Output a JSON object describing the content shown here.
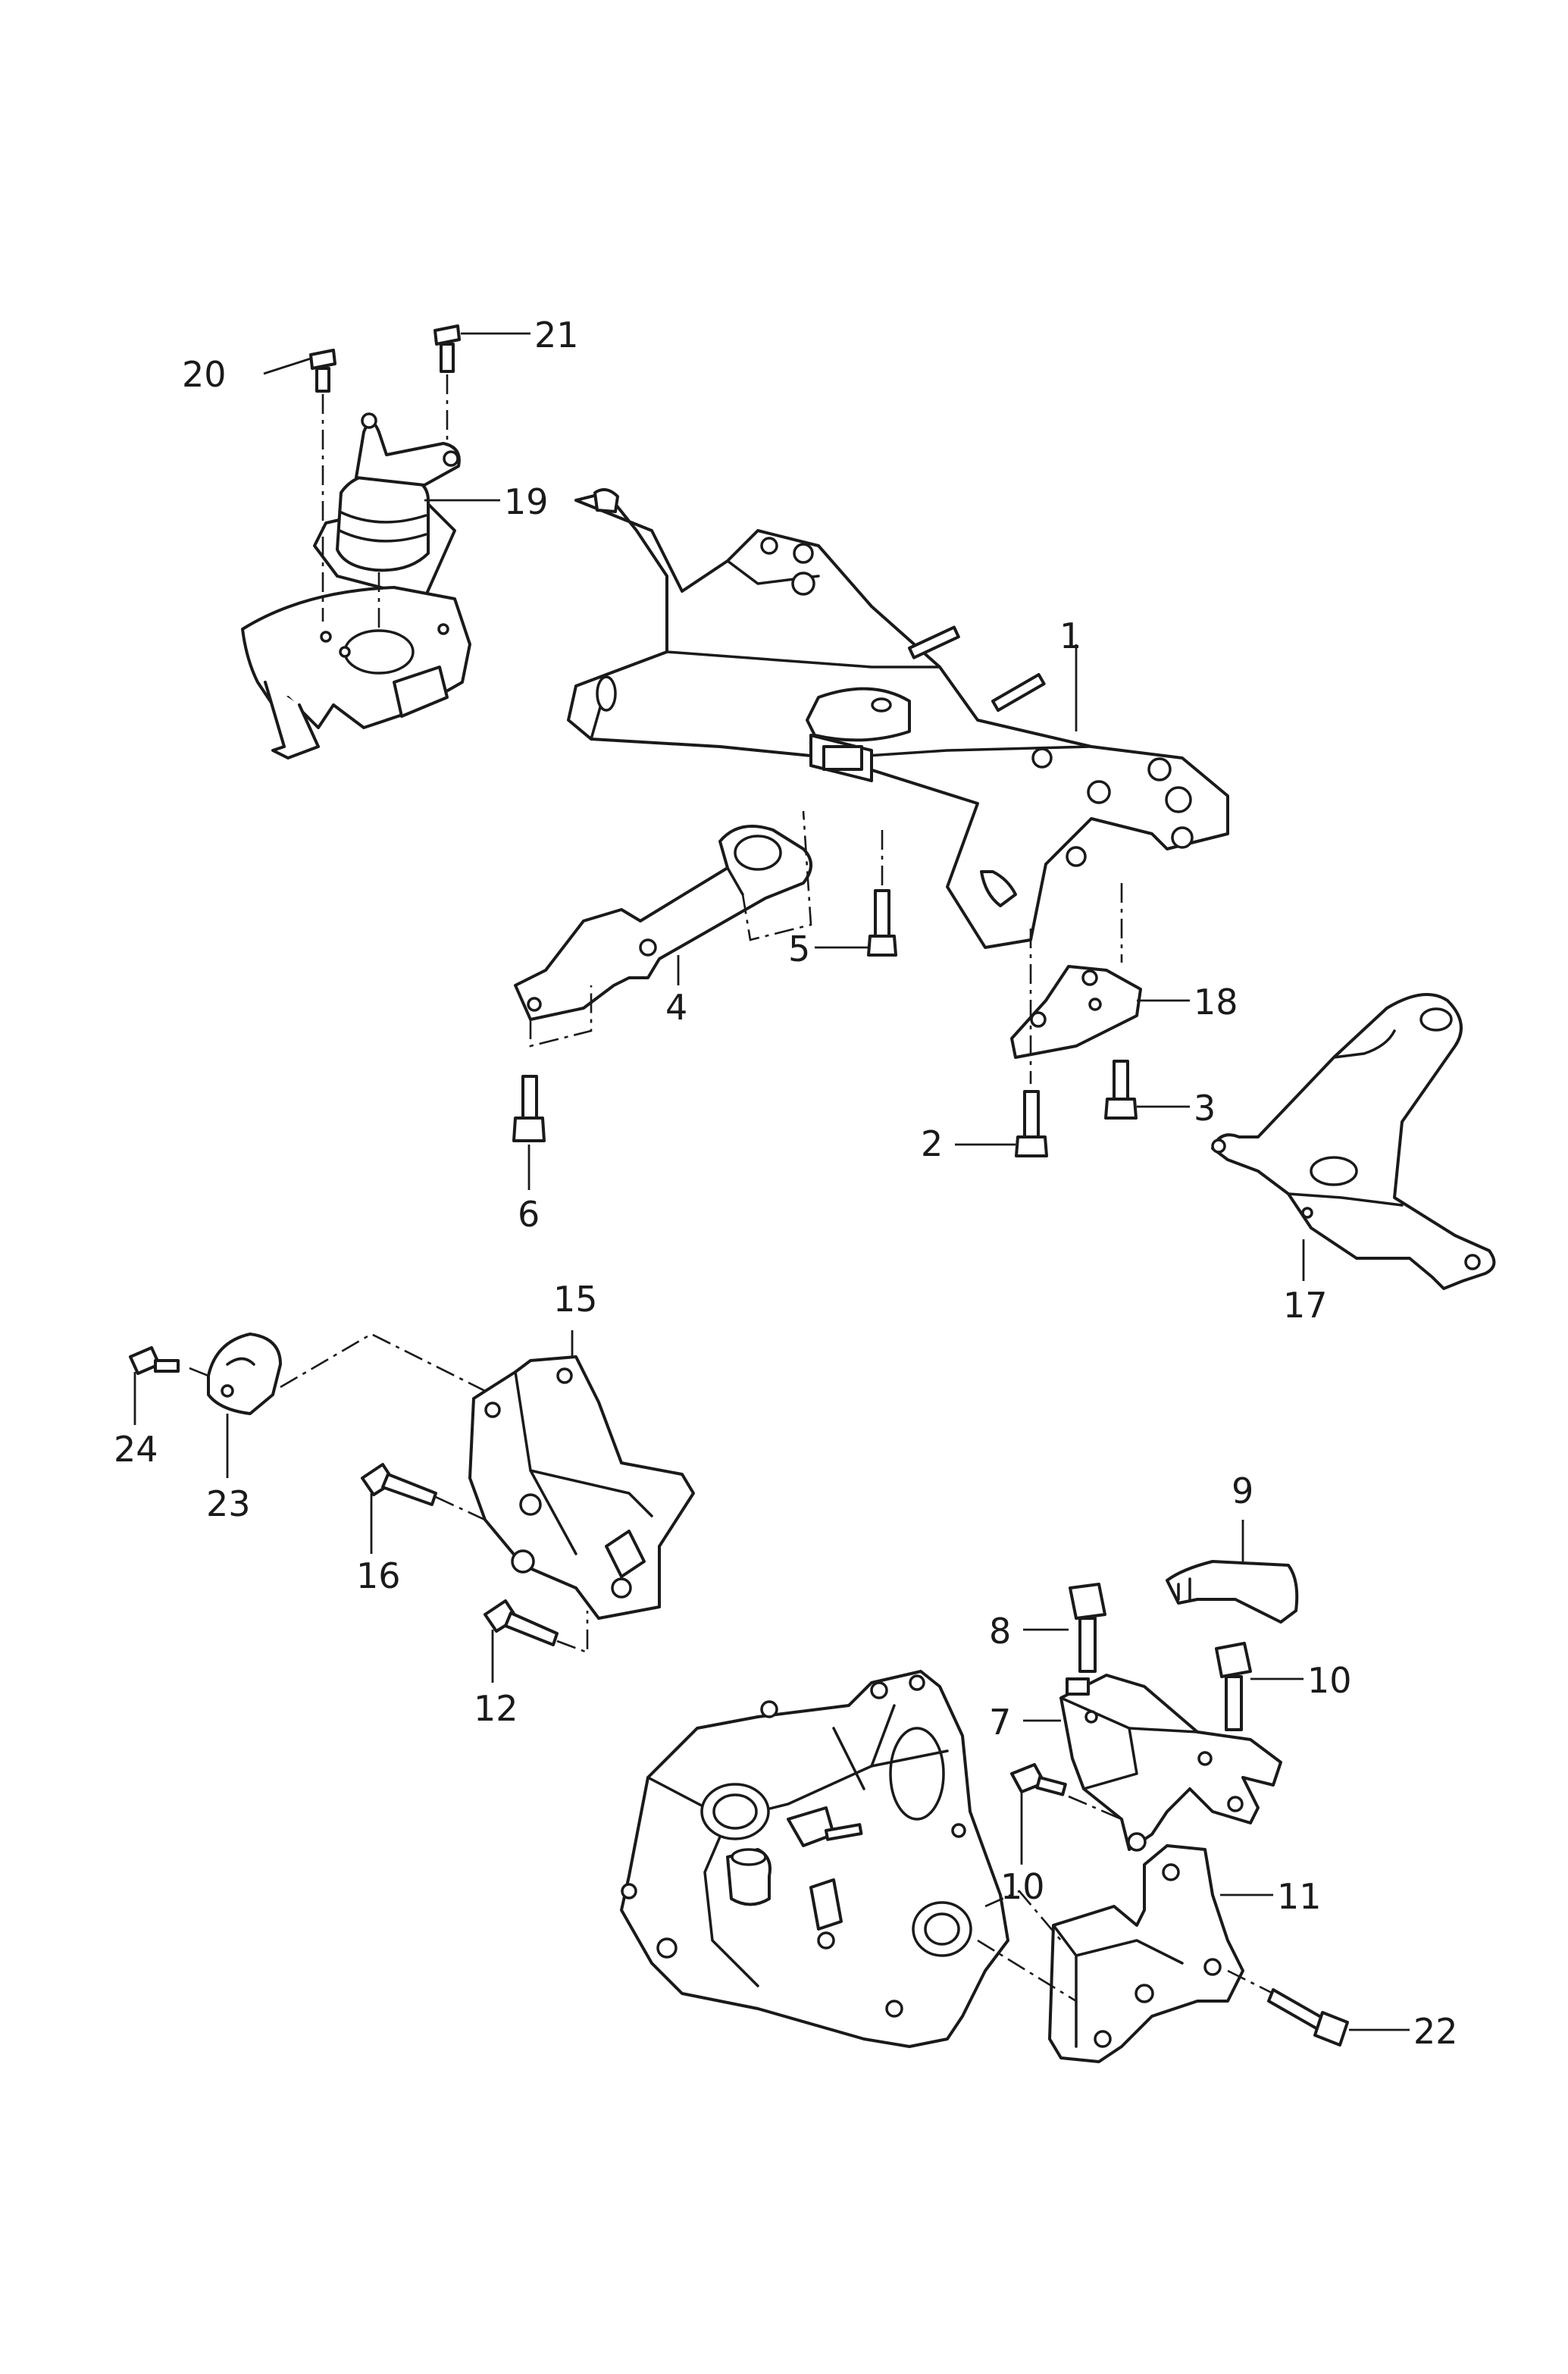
{
  "callouts": [
    {
      "id": "1",
      "text": "1"
    },
    {
      "id": "2",
      "text": "2"
    },
    {
      "id": "3",
      "text": "3"
    },
    {
      "id": "4",
      "text": "4"
    },
    {
      "id": "5",
      "text": "5"
    },
    {
      "id": "6",
      "text": "6"
    },
    {
      "id": "7",
      "text": "7"
    },
    {
      "id": "8",
      "text": "8"
    },
    {
      "id": "9",
      "text": "9"
    },
    {
      "id": "10a",
      "text": "10"
    },
    {
      "id": "10b",
      "text": "10"
    },
    {
      "id": "11",
      "text": "11"
    },
    {
      "id": "12",
      "text": "12"
    },
    {
      "id": "15",
      "text": "15"
    },
    {
      "id": "16",
      "text": "16"
    },
    {
      "id": "17",
      "text": "17"
    },
    {
      "id": "18",
      "text": "18"
    },
    {
      "id": "19",
      "text": "19"
    },
    {
      "id": "20",
      "text": "20"
    },
    {
      "id": "21",
      "text": "21"
    },
    {
      "id": "22",
      "text": "22"
    },
    {
      "id": "23",
      "text": "23"
    },
    {
      "id": "24",
      "text": "24"
    }
  ]
}
